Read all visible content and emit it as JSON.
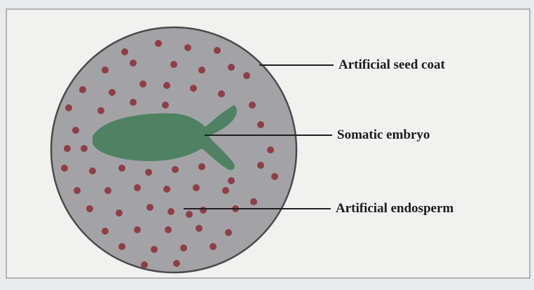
{
  "labels": {
    "seed_coat": "Artificial seed coat",
    "embryo": "Somatic embryo",
    "endosperm": "Artificial endosperm"
  },
  "colors": {
    "background": "#e9ebec",
    "panel": "#f1f1f0",
    "panel_border": "#9aa1a4",
    "coat_fill": "#a3a3a7",
    "coat_stroke": "#4a4a4a",
    "dot": "#8e3f45",
    "embryo": "#4e8262",
    "leader": "#1f1f1f"
  }
}
